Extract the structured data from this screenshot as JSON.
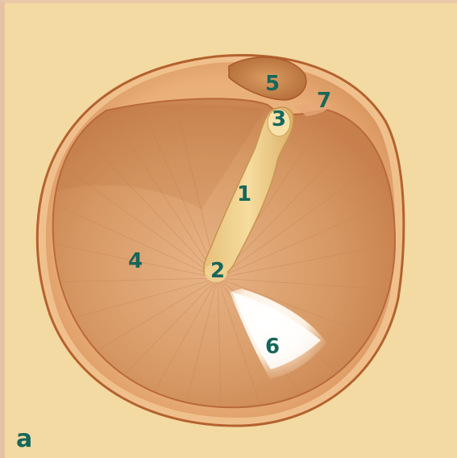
{
  "figure": {
    "panel_label": "a",
    "labels": {
      "n1": "1",
      "n2": "2",
      "n3": "3",
      "n4": "4",
      "n5": "5",
      "n6": "6",
      "n7": "7"
    }
  },
  "colors": {
    "background": "#f3d9a2",
    "eardrum_rim": "#b4622e",
    "pars_tensa": "#d99a6a",
    "malleus": "#f0cf8a",
    "light_reflex": "#fff8ee",
    "label_text": "#16675a"
  }
}
